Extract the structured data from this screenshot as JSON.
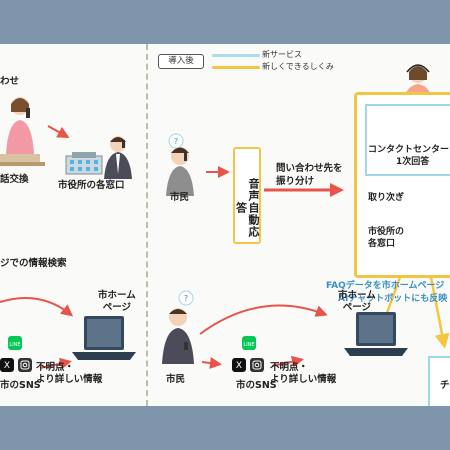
{
  "left": {
    "top_heading": "わせ",
    "phone_label": "話交換",
    "office_label": "市役所の各窓口",
    "search_heading": "ジでの情報検索",
    "homepage_label": "市ホーム\nページ",
    "sns_label": "市のSNS",
    "unclear_label": "不明点・\nより詳しい情報"
  },
  "right": {
    "tag": "導入後",
    "legend_new_service": "新サービス",
    "legend_new_mechanism": "新しくできるしくみ",
    "citizen_label": "市民",
    "question_mark": "?",
    "voice_label": "音声自動応答",
    "route_label": "問い合わせ先を\n振り分け",
    "contact_center": "コンタクトセンター",
    "first_answer": "1次回答",
    "handover": "取り次ぎ",
    "office_label": "市役所の\n各窓口",
    "faq_note_1": "FAQデータを市ホームページ",
    "faq_note_2": "AIチャットボットにも反映",
    "citizen2_label": "市民",
    "homepage_label": "市ホーム\nページ",
    "sns_label": "市のSNS",
    "unclear_label": "不明点・\nより詳しい情報",
    "chat_label": "チ"
  },
  "colors": {
    "new_service": "#a8dcef",
    "new_mechanism": "#f4c542",
    "arrow_red": "#e8534a",
    "line_green": "#06c755"
  },
  "icons": [
    "speaker-icon",
    "line-app-icon",
    "x-app-icon",
    "instagram-icon",
    "laptop-icon",
    "building-icon",
    "phone-icon",
    "headset-person-icon",
    "citizen-person-icon"
  ]
}
